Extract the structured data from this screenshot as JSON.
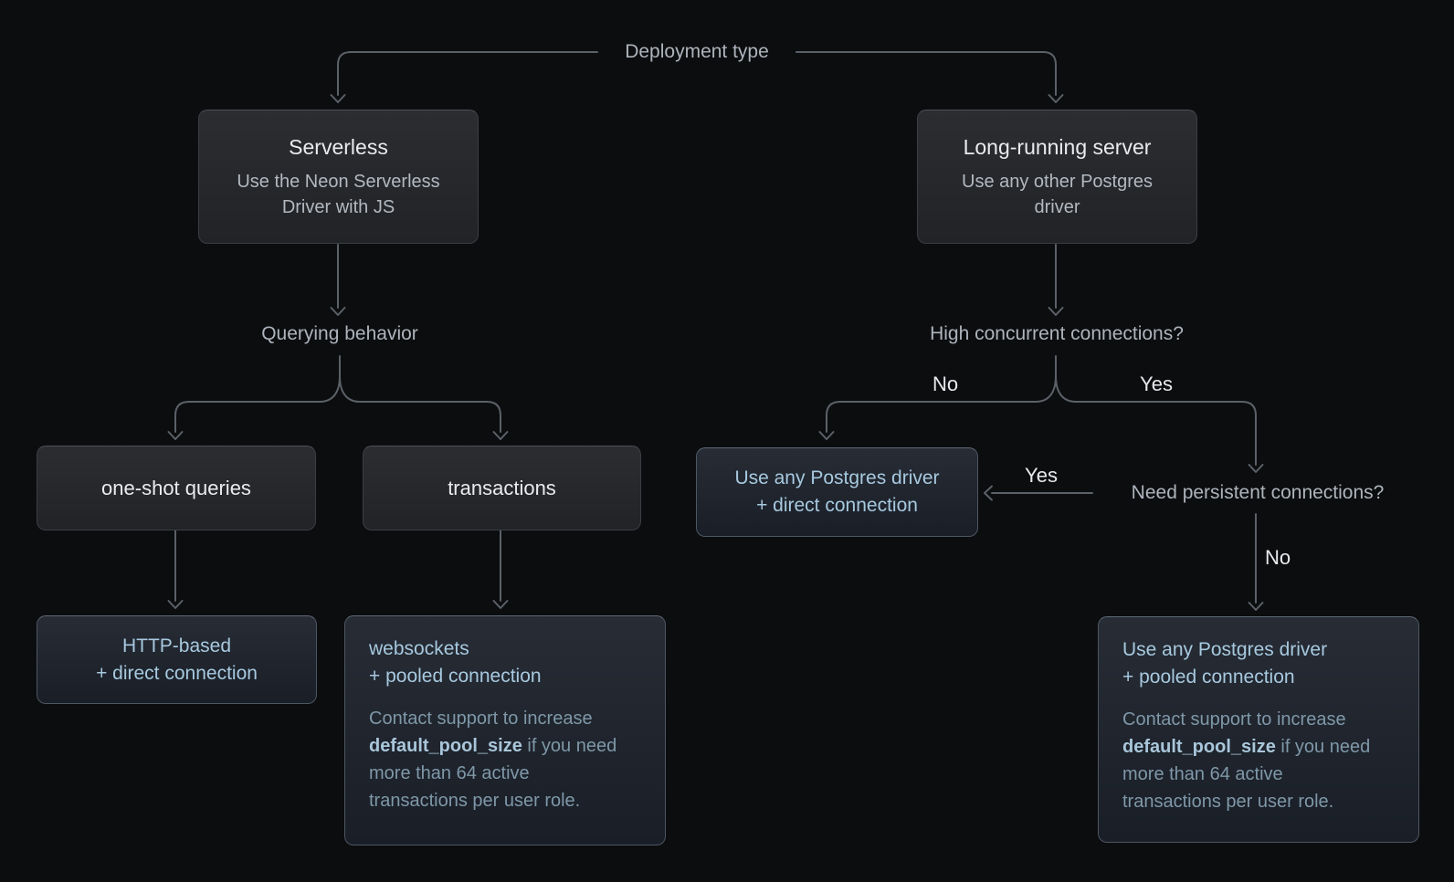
{
  "diagram": {
    "labels": {
      "deployment_type": "Deployment type",
      "querying_behavior": "Querying behavior",
      "high_concurrent": "High concurrent connections?",
      "need_persistent": "Need persistent connections?",
      "no_left": "No",
      "yes_right": "Yes",
      "yes_arrow": "Yes",
      "no_down": "No"
    },
    "nodes": {
      "serverless": {
        "title": "Serverless",
        "subtitle": "Use the Neon Serverless Driver with JS"
      },
      "long_running": {
        "title": "Long-running server",
        "subtitle": "Use any other Postgres driver"
      },
      "one_shot": {
        "title": "one-shot queries"
      },
      "transactions": {
        "title": "transactions"
      },
      "http_direct": {
        "line1": "HTTP-based",
        "line2": "+ direct connection"
      },
      "any_direct": {
        "line1": "Use any Postgres driver",
        "line2": "+ direct connection"
      },
      "websockets_pooled": {
        "line1": "websockets",
        "line2": "+ pooled connection",
        "note_before": "Contact support to increase ",
        "note_code": "default_pool_size",
        "note_after": " if you need more than 64 active transactions per user role."
      },
      "any_pooled": {
        "line1": "Use any Postgres driver",
        "line2": "+ pooled connection",
        "note_before": "Contact support to increase ",
        "note_code": "default_pool_size",
        "note_after": " if you need more than 64 active transactions per user role."
      }
    },
    "colors": {
      "background": "#0c0d0f",
      "line": "#5b6168",
      "box_border": "#3a3e44",
      "box_border_top": "#4b5058",
      "box_bg_top": "#2b2d31",
      "box_bg_bottom": "#212327",
      "accent_border": "#4d5763",
      "accent_border_top": "#5f6b79",
      "accent_bg_top": "#272c35",
      "accent_bg_bottom": "#191e27",
      "accent_text": "#a7c9df",
      "accent_muted": "#7f98a8",
      "accent_bold": "#a9c6da",
      "title_text": "#e9ebee",
      "subtitle_text": "#b3b9c0",
      "label_text": "#adb4bc",
      "branch_label": "#e7eaed"
    }
  }
}
